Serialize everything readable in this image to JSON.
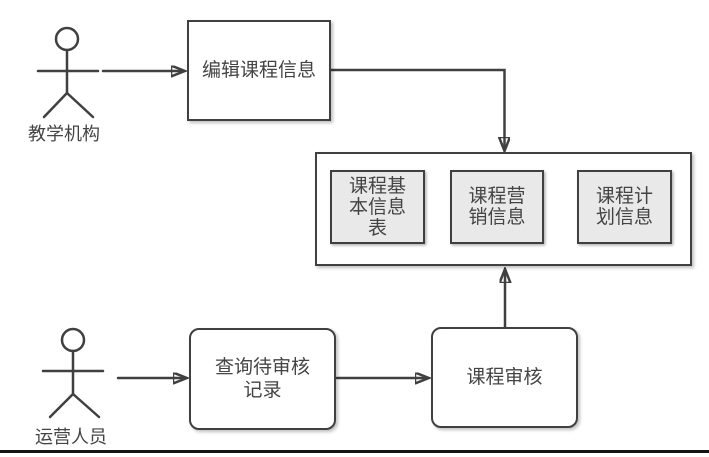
{
  "diagram": {
    "actors": {
      "teaching": {
        "label": "教学机构"
      },
      "operations": {
        "label": "运营人员"
      }
    },
    "boxes": {
      "edit_course": "编辑课程信息",
      "course_basic_info": "课程基\n本信息\n表",
      "course_marketing_info": "课程营\n销信息",
      "course_plan_info": "课程计\n划信息",
      "query_pending_review": "查询待审核\n记录",
      "course_review": "课程审核"
    },
    "colors": {
      "line": "#404040",
      "inner_box_fill": "#e9e9e9",
      "box_fill": "#ffffff",
      "text": "#444444",
      "bottom_bar": "#151515"
    }
  }
}
